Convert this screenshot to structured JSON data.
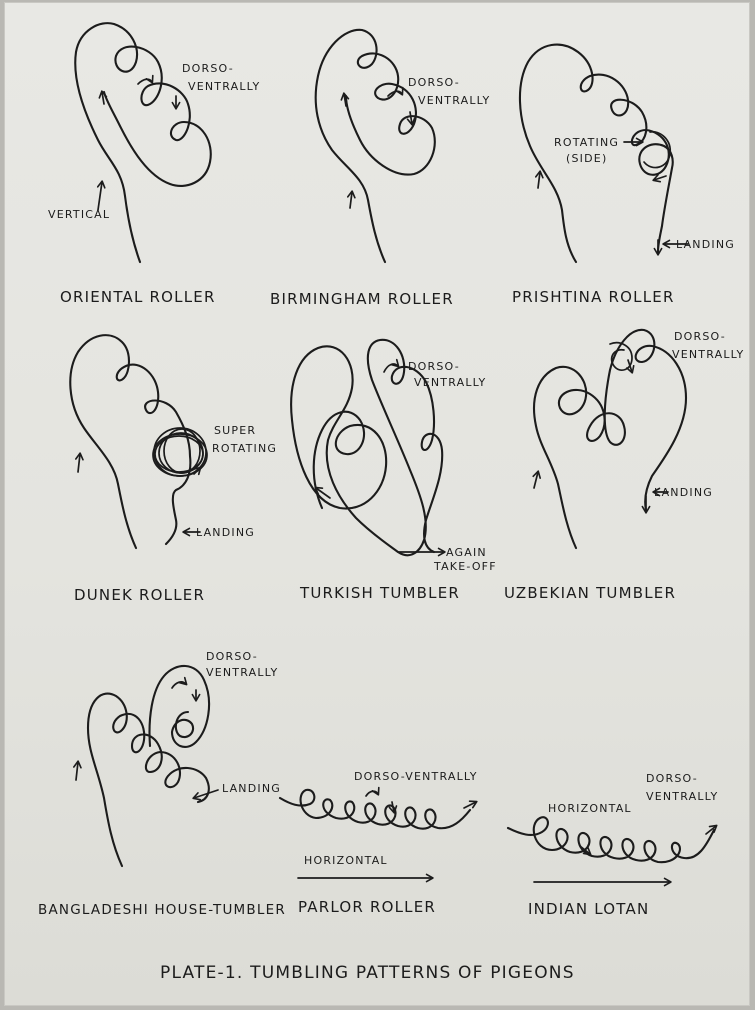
{
  "plate_title": "PLATE-1. TUMBLING PATTERNS OF PIGEONS",
  "panels": {
    "oriental_roller": {
      "name": "ORIENTAL ROLLER",
      "note_1": "DORSO-",
      "note_2": "VENTRALLY",
      "note_vertical": "VERTICAL"
    },
    "birmingham_roller": {
      "name": "BIRMINGHAM ROLLER",
      "note_1": "DORSO-",
      "note_2": "VENTRALLY"
    },
    "prishtina_roller": {
      "name": "PRISHTINA ROLLER",
      "note_1": "ROTATING",
      "note_2": "(SIDE)",
      "note_landing": "LANDING"
    },
    "dunek_roller": {
      "name": "DUNEK ROLLER",
      "note_1": "SUPER",
      "note_2": "ROTATING",
      "note_landing": "LANDING"
    },
    "turkish_tumbler": {
      "name": "TURKISH TUMBLER",
      "note_1": "DORSO-",
      "note_2": "VENTRALLY",
      "note_again_1": "AGAIN",
      "note_again_2": "TAKE-OFF"
    },
    "uzbekian_tumbler": {
      "name": "UZBEKIAN TUMBLER",
      "note_1": "DORSO-",
      "note_2": "VENTRALLY",
      "note_landing": "LANDING"
    },
    "bangladeshi_house_tumbler": {
      "name": "BANGLADESHI HOUSE-TUMBLER",
      "note_1": "DORSO-",
      "note_2": "VENTRALLY",
      "note_landing": "LANDING"
    },
    "parlor_roller": {
      "name": "PARLOR ROLLER",
      "note_1": "DORSO-VENTRALLY",
      "note_horizontal": "HORIZONTAL"
    },
    "indian_lotan": {
      "name": "INDIAN LOTAN",
      "note_1": "DORSO-",
      "note_2": "VENTRALLY",
      "note_horizontal": "HORIZONTAL"
    }
  },
  "colors": {
    "ink": "#1c1c1c",
    "paper": "#e6e6e1",
    "background": "#b9b8b3"
  }
}
